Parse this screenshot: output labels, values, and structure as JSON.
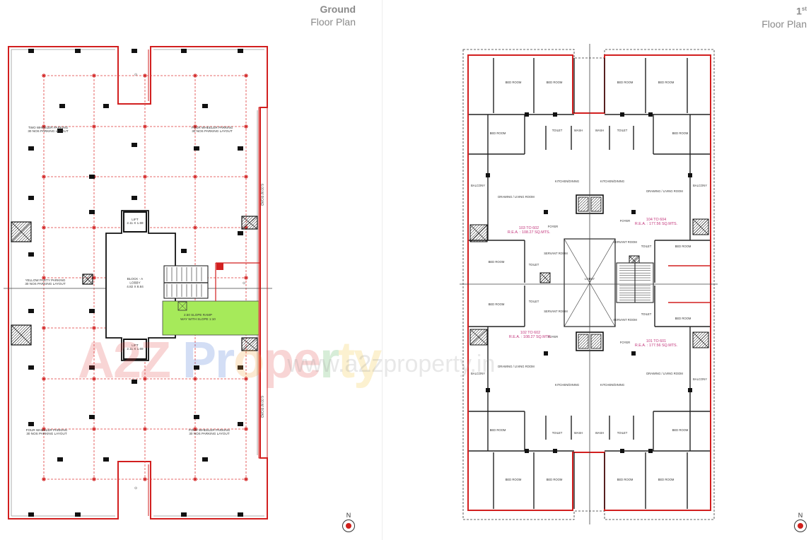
{
  "ground_heading": {
    "title": "Ground",
    "subtitle": "Floor Plan"
  },
  "first_heading": {
    "title": "1st",
    "subtitle": "Floor Plan"
  },
  "ground_labels": {
    "parking_tl": "TWO WHEELER PARKING\n30 NOS PARKING LAYOUT",
    "parking_tr": "FOUR WHEELER PARKING\n30 NOS PARKING LAYOUT",
    "parking_mid": "YELLOW PARTY PARKING\n30 NOS PARKING LAYOUT",
    "parking_bl": "FOUR WHEELER PARKING\n30 NOS PARKING LAYOUT",
    "parking_br": "FOUR WHEELER PARKING\n30 NOS PARKING LAYOUT",
    "lift1": "LIFT\n2.11 X 1.69",
    "lift2": "LIFT\n2.11 X 1.69",
    "block": "BLOCK - A\nLOBBY\n4.82 X 8.84",
    "ramp": "2.50 SLOPE RAMP\nWAY WITH SLOPE 1:10"
  },
  "first_labels": {
    "flat_103_602": "103 TO 602\nR.E.A. : 108.27 SQ.MTS.",
    "flat_104_604": "104 TO 604\nR.E.A. : 177.56 SQ.MTS.",
    "flat_102_602": "102 TO 602\nR.E.A. : 108.27 SQ.MTS.",
    "flat_101_601": "101 TO 601\nR.E.A. : 177.56 SQ.MTS.",
    "bed_room": "BED ROOM",
    "kitchen": "KITCHEN/DINING",
    "drawing": "DRAWING / LIVING ROOM",
    "balcony": "BALCONY",
    "toilet": "TOILET",
    "wash": "WASH",
    "foyer": "FOYER",
    "servant": "SERVANT ROOM",
    "lobby": "LOBBY"
  },
  "watermark": {
    "brand": "A2Z Property",
    "url": "www.a2zproperty.in"
  },
  "compass": {
    "ground": "N",
    "first": "N"
  },
  "colors": {
    "outline_red": "#d21f1f",
    "grid_red": "#e03a3a",
    "ramp_green": "#a6ea5a",
    "pink_label": "#c2337a"
  }
}
